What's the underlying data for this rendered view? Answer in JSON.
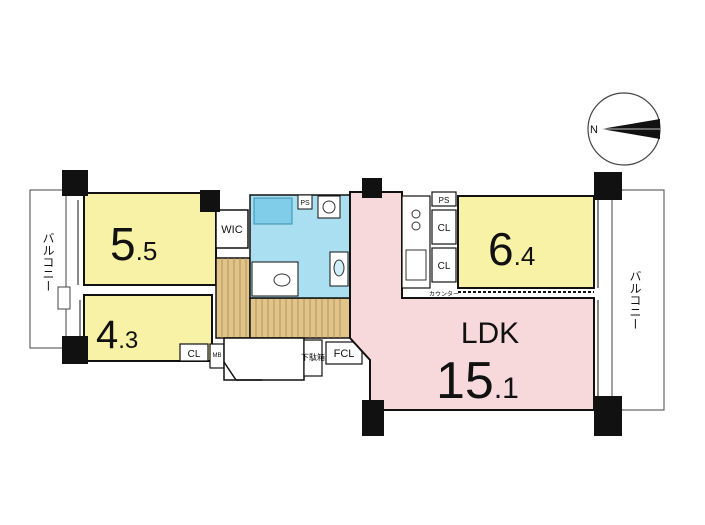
{
  "colors": {
    "bedroom": "#f7f2a6",
    "ldk": "#f7d9dc",
    "bath": "#a9dff1",
    "hall_wood": "#e0c48a",
    "balcony": "#ffffff",
    "wall": "#111111"
  },
  "compass": {
    "north_label": "N",
    "icon": "compass-needle-icon"
  },
  "rooms": {
    "room1": {
      "main": "5",
      "decimal": ".5"
    },
    "room2": {
      "main": "4",
      "decimal": ".3"
    },
    "room3": {
      "main": "6",
      "decimal": ".4"
    },
    "ldk": {
      "title": "LDK",
      "main": "15",
      "decimal": ".1"
    }
  },
  "labels": {
    "wic": "WIC",
    "ps1": "PS",
    "ps2": "PS",
    "cl_room2": "CL",
    "cl_room3a": "CL",
    "cl_room3b": "CL",
    "mb": "MB",
    "fcl": "FCL",
    "counter": "カウンター",
    "shoe_box": "下駄箱",
    "balcony_left": "バルコニー",
    "balcony_right": "バルコニー"
  }
}
